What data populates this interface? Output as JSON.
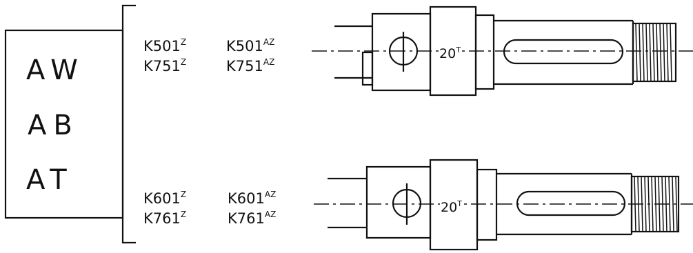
{
  "box_labels": [
    {
      "left": "A",
      "right": "W"
    },
    {
      "left": "A",
      "right": "B"
    },
    {
      "left": "A",
      "right": "T"
    }
  ],
  "part_groups": [
    {
      "rows": [
        {
          "col1": {
            "base": "K501",
            "sup": "Z"
          },
          "col2": {
            "base": "K501",
            "sup": "AZ"
          }
        },
        {
          "col1": {
            "base": "K751",
            "sup": "Z"
          },
          "col2": {
            "base": "K751",
            "sup": "AZ"
          }
        }
      ]
    },
    {
      "rows": [
        {
          "col1": {
            "base": "K601",
            "sup": "Z"
          },
          "col2": {
            "base": "K601",
            "sup": "AZ"
          }
        },
        {
          "col1": {
            "base": "K761",
            "sup": "Z"
          },
          "col2": {
            "base": "K761",
            "sup": "AZ"
          }
        }
      ]
    }
  ],
  "shafts": [
    {
      "gear_label": {
        "base": "20",
        "sup": "T"
      }
    },
    {
      "gear_label": {
        "base": "20",
        "sup": "T"
      }
    }
  ],
  "colors": {
    "ink": "#111111",
    "background": "#ffffff"
  }
}
